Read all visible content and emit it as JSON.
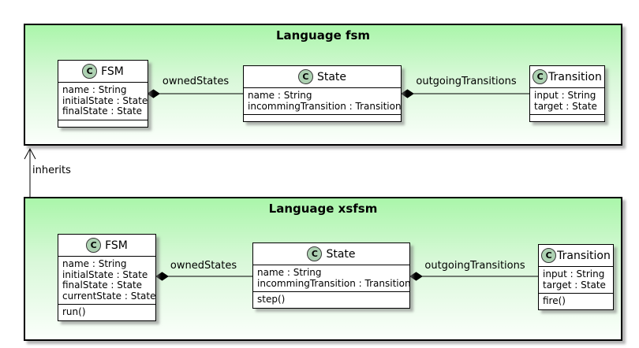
{
  "class_icon_letter": "C",
  "colors": {
    "package_gradient_top": "#aaf6aa",
    "package_gradient_bottom": "#ffffff",
    "class_circle_fill": "#add1b2",
    "border": "#000000"
  },
  "packages": [
    {
      "title": "Language fsm",
      "classes": [
        {
          "name": "FSM",
          "attributes": [
            "name : String",
            "initialState : State",
            "finalState : State"
          ],
          "methods": []
        },
        {
          "name": "State",
          "attributes": [
            "name : String",
            "incommingTransition : Transition"
          ],
          "methods": []
        },
        {
          "name": "Transition",
          "attributes": [
            "input : String",
            "target : State"
          ],
          "methods": []
        }
      ],
      "edges": [
        {
          "label": "ownedStates",
          "type": "composition"
        },
        {
          "label": "outgoingTransitions",
          "type": "composition"
        }
      ]
    },
    {
      "title": "Language xsfsm",
      "classes": [
        {
          "name": "FSM",
          "attributes": [
            "name : String",
            "initialState : State",
            "finalState : State",
            "currentState : State"
          ],
          "methods": [
            "run()"
          ]
        },
        {
          "name": "State",
          "attributes": [
            "name : String",
            "incommingTransition : Transition"
          ],
          "methods": [
            "step()"
          ]
        },
        {
          "name": "Transition",
          "attributes": [
            "input : String",
            "target : State"
          ],
          "methods": [
            "fire()"
          ]
        }
      ],
      "edges": [
        {
          "label": "ownedStates",
          "type": "composition"
        },
        {
          "label": "outgoingTransitions",
          "type": "composition"
        }
      ]
    }
  ],
  "inherits_edge": {
    "label": "inherits",
    "type": "inheritance"
  }
}
